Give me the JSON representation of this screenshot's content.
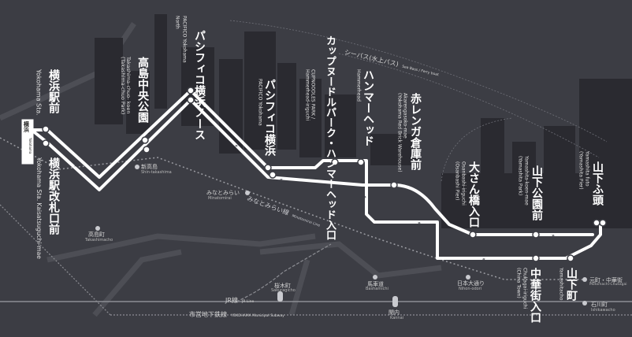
{
  "colors": {
    "background": "#3c3d44",
    "route": "#ffffff",
    "rail": "#8c8d93",
    "water": "#8e9098"
  },
  "yokohama_box": {
    "ja": "横浜",
    "en": "Yokohama"
  },
  "stops": {
    "yokohama_mae": {
      "ja": "横浜駅前",
      "en": "Yokohama Sta."
    },
    "yokohama_kaisatsu": {
      "ja": "横浜駅改札口前",
      "en": "Yokohama Sta. Kaisatsuguchi-mae"
    },
    "takashima": {
      "ja": "高島中央公園",
      "en": "Takashima-chuo- koen",
      "en2": "(Takashima-chuo Park)"
    },
    "pacifico_north": {
      "ja": "パシフィコ横浜ノース",
      "en": "PACIFICO Yokohama",
      "en2": "North"
    },
    "pacifico": {
      "ja": "パシフィコ横浜",
      "en": "PACIFICO Yokohama"
    },
    "cupnoodles": {
      "ja": "カップヌードルパーク・ハンマーヘッド入口",
      "en": "CUPNOODLES PARK /",
      "en2": "Hammerhead-iriguchi"
    },
    "hammerhead": {
      "ja": "ハンマーヘッド",
      "en": "Hammerhead"
    },
    "akarenga": {
      "ja": "赤レンガ倉庫前",
      "en": "Akarengasoko-mae",
      "en2": "(Yokohama Red Brick Warehouse)"
    },
    "osanbashi": {
      "ja": "大さん橋入口",
      "en": "Osanbashi-iriguchi",
      "en2": "(Osanbashi Pier)"
    },
    "yamashita_koen": {
      "ja": "山下公園前",
      "en": "Yamashita-koen-mae",
      "en2": "(Yamashita Park)"
    },
    "yamashita_futo": {
      "ja": "山下ふ頭",
      "en": "Yamashita futo",
      "en2": "(Yamashita Pier)"
    },
    "chukagai": {
      "ja": "中華街入口",
      "en": "Chukagai-iriguchi",
      "en2": "(China Town)"
    },
    "yamashitacho": {
      "ja": "山下町",
      "en": "Yamashitacho"
    }
  },
  "sea_bus": {
    "ja": "シーバス(水上バス)",
    "en": "Sea Bass / Ferry boat"
  },
  "stations": {
    "shin_takashima": {
      "ja": "新高島",
      "en": "Shin-takashima"
    },
    "minatomirai": {
      "ja": "みなとみらい",
      "en": "Minatomirai"
    },
    "takashimacho": {
      "ja": "高島町",
      "en": "Takashimacho"
    },
    "sakuragicho": {
      "ja": "桜木町",
      "en": "Sakuragicho"
    },
    "bashamichi": {
      "ja": "馬車道",
      "en": "Bashamichi"
    },
    "nihon_odori": {
      "ja": "日本大通り",
      "en": "Nihon-odori"
    },
    "kannai": {
      "ja": "関内",
      "en": "Kannai"
    },
    "motomachi": {
      "ja": "元町・中華街",
      "en": "Motomachi-Chukagai"
    },
    "ishikawacho": {
      "ja": "石川町",
      "en": "Ishikawacho"
    }
  },
  "lines": {
    "minatomirai": {
      "ja": "みなとみらい線",
      "en": "Minatomirai Line"
    },
    "jr": {
      "ja": "JR線",
      "en": "JR Line"
    },
    "subway": {
      "ja": "市営地下鉄線",
      "en": "YOKOHAMA Municipal Subway"
    }
  }
}
